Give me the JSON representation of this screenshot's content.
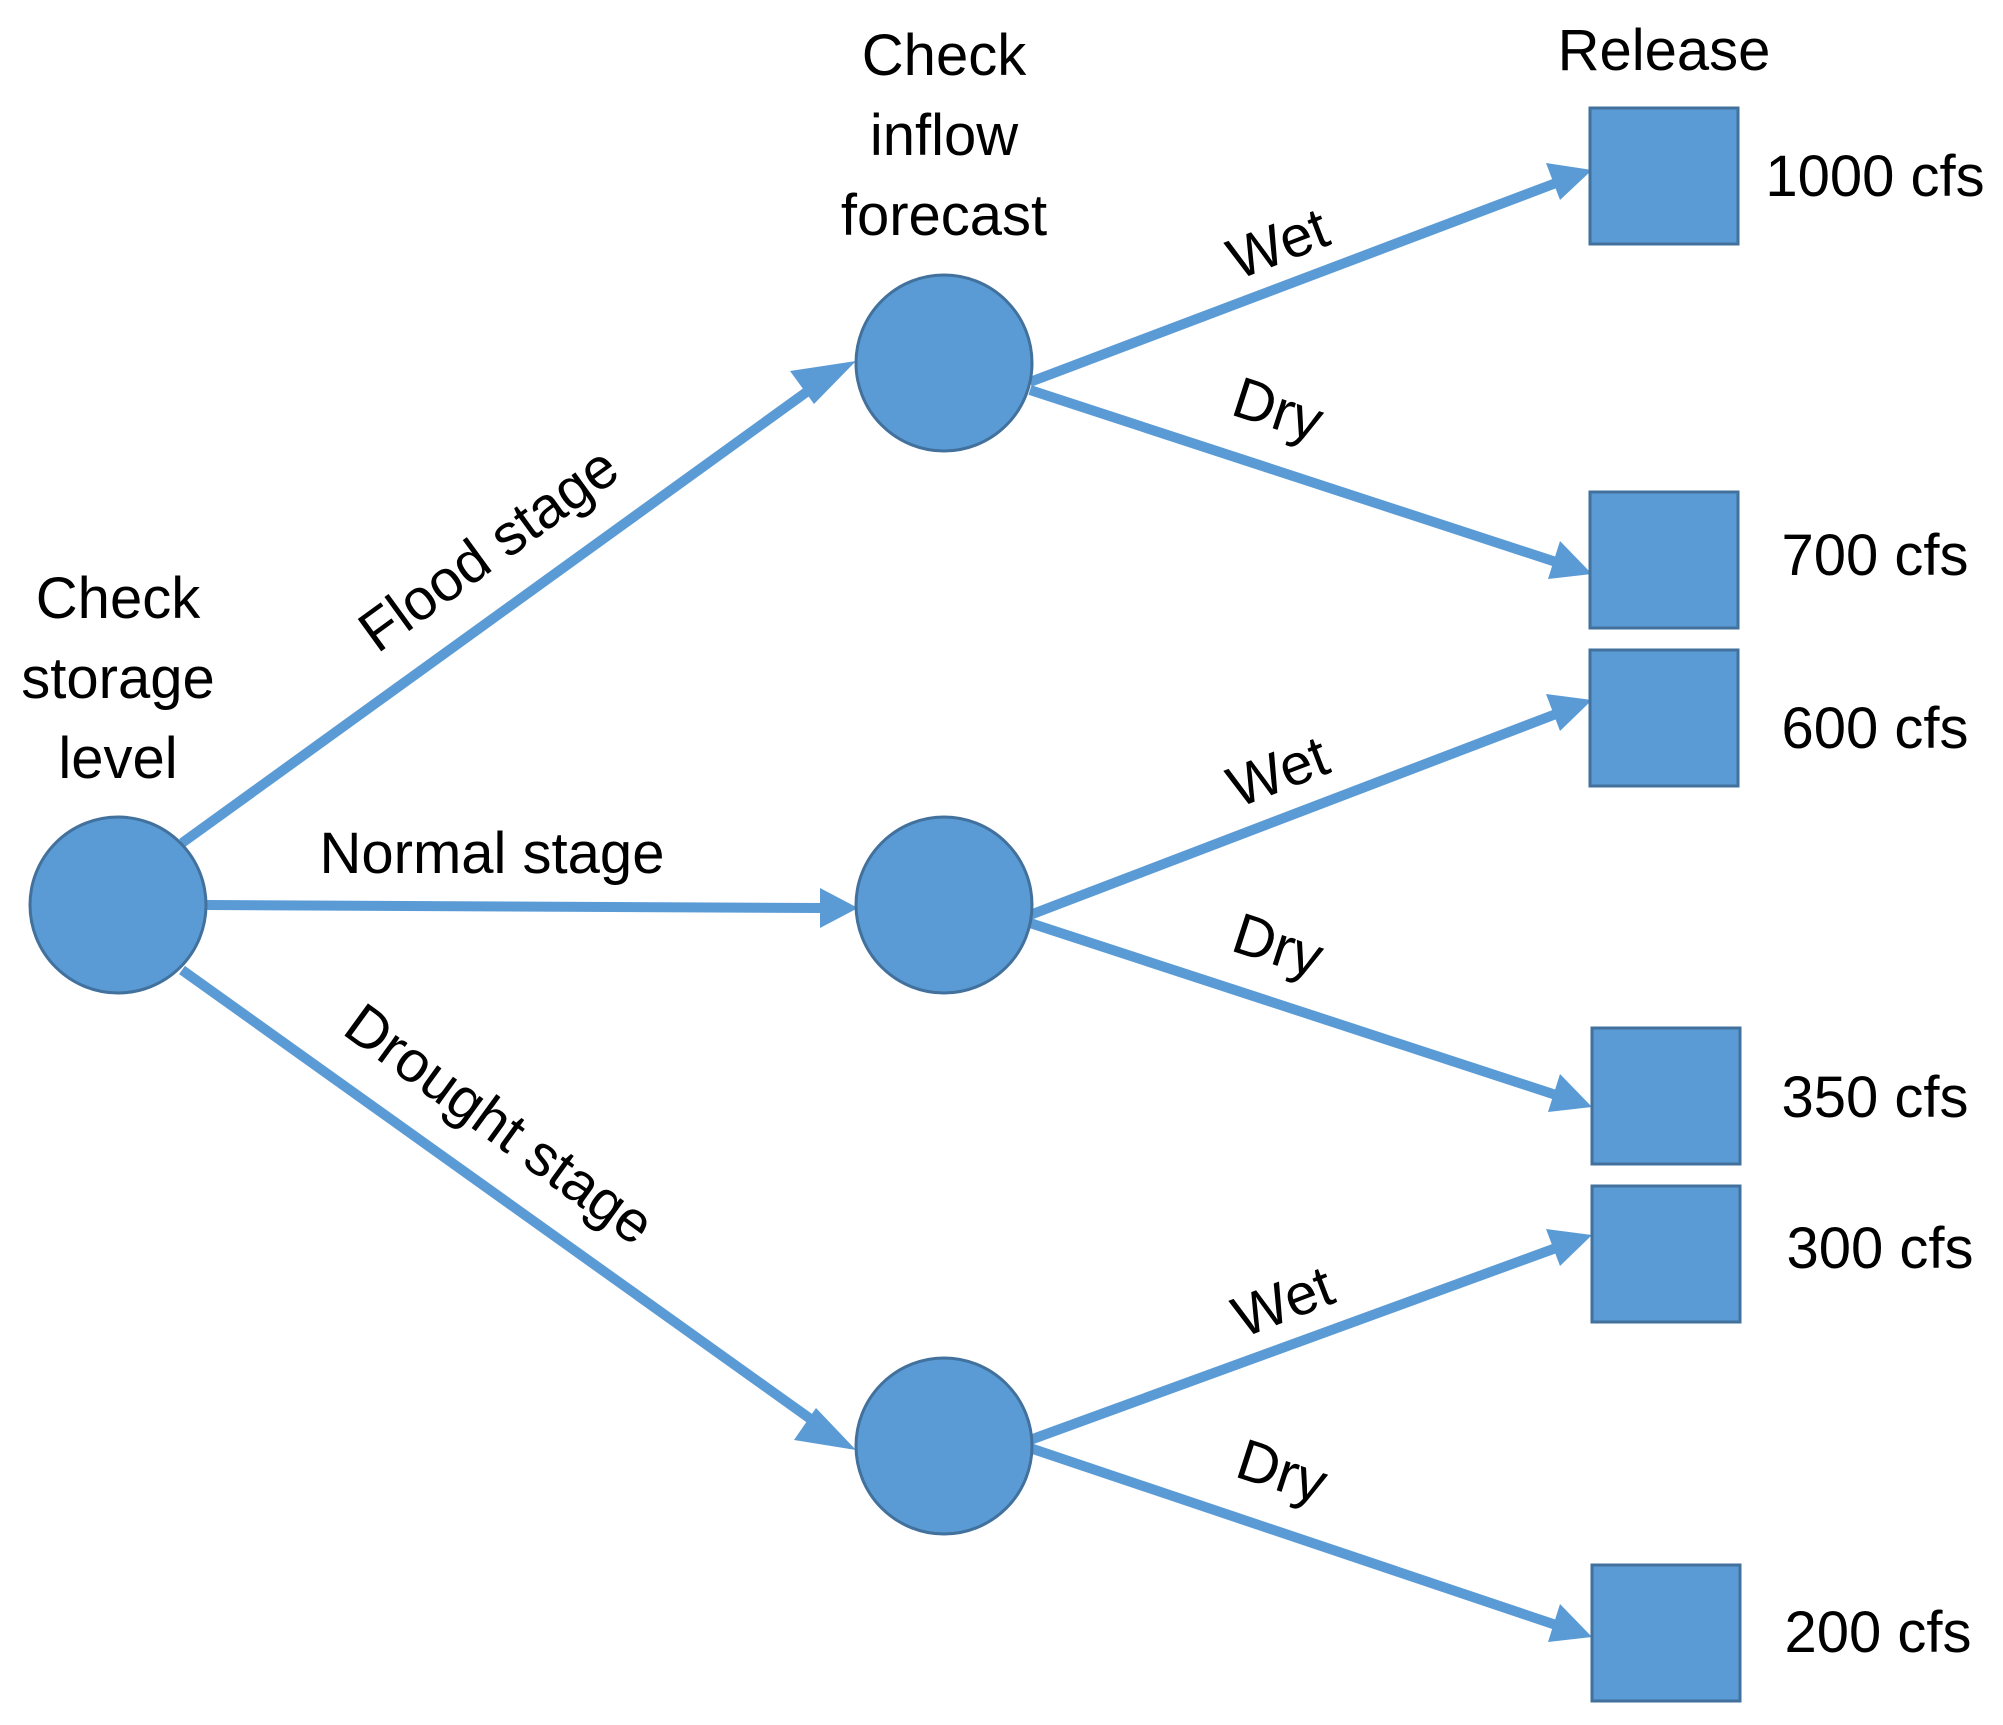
{
  "colors": {
    "node_fill": "#5b9bd5",
    "node_stroke": "#41719c",
    "edge": "#5b9bd5",
    "text": "#000000"
  },
  "headers": {
    "root": [
      "Check",
      "storage",
      "level"
    ],
    "forecast": [
      "Check",
      "inflow",
      "forecast"
    ],
    "release": "Release"
  },
  "stages": {
    "flood": "Flood stage",
    "normal": "Normal stage",
    "drought": "Drought stage"
  },
  "branches": {
    "flood_wet": "Wet",
    "flood_dry": "Dry",
    "normal_wet": "Wet",
    "normal_dry": "Dry",
    "drought_wet": "Wet",
    "drought_dry": "Dry"
  },
  "releases": {
    "flood_wet": "1000 cfs",
    "flood_dry": "700 cfs",
    "normal_wet": "600 cfs",
    "normal_dry": "350 cfs",
    "drought_wet": "300 cfs",
    "drought_dry": "200 cfs"
  }
}
